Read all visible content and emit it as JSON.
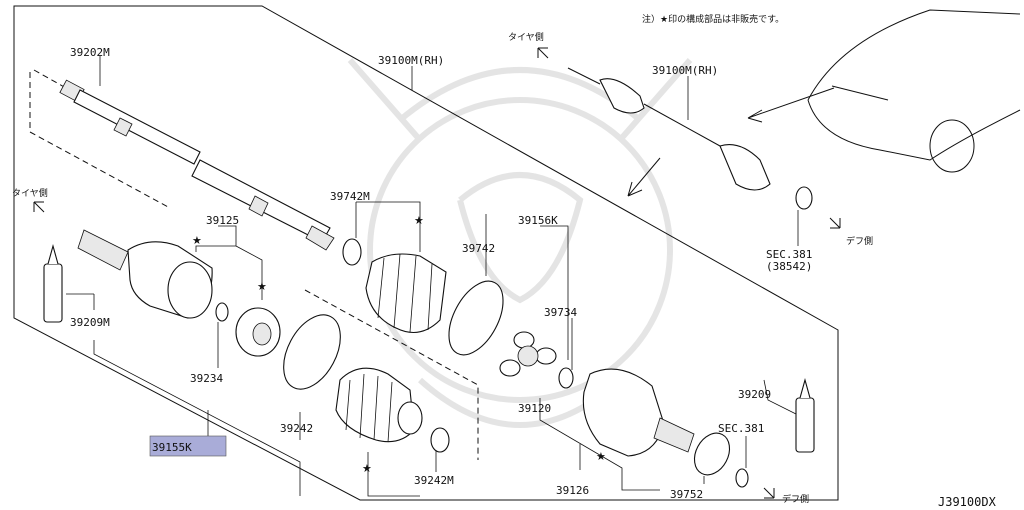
{
  "note": "注）★印の構成部品は非販売です。",
  "diagram_code": "J39100DX",
  "star_glyph": "★",
  "directions": {
    "tire_side_top": "タイヤ側",
    "tire_side_left": "タイヤ側",
    "diff_side_top": "デフ側",
    "diff_side_bottom": "デフ側"
  },
  "parts": {
    "p39202M": "39202M",
    "p39100M_main": "39100M(RH)",
    "p39100M_inset": "39100M(RH)",
    "p39125": "39125",
    "p39742M": "39742M",
    "p39742": "39742",
    "p39156K": "39156K",
    "p39209M": "39209M",
    "p39734": "39734",
    "p39234": "39234",
    "p39120": "39120",
    "p39209": "39209",
    "p39155K": "39155K",
    "p39242": "39242",
    "p39242M": "39242M",
    "p39126": "39126",
    "p39752": "39752",
    "sec381_bottom": "SEC.381",
    "sec381_top": "SEC.381",
    "sec381_top_sub": "(38542)"
  },
  "colors": {
    "line": "#111111",
    "highlight": "#a9acd8",
    "watermark": "#e2e2e2"
  }
}
